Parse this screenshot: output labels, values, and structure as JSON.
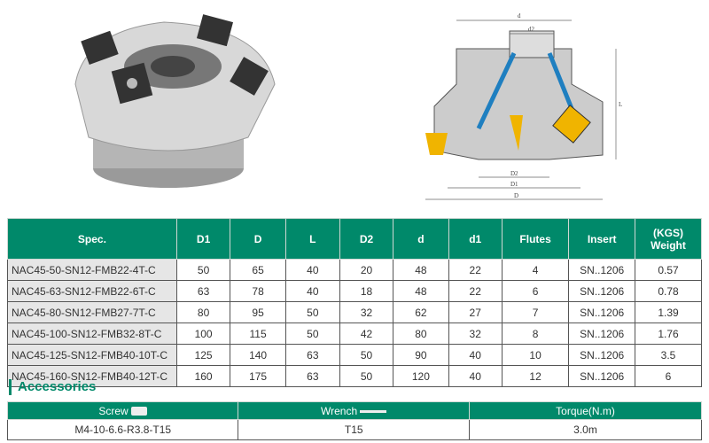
{
  "table": {
    "headers": [
      "Spec.",
      "D1",
      "D",
      "L",
      "D2",
      "d",
      "d1",
      "Flutes",
      "Insert",
      "(KGS) Weight"
    ],
    "rows": [
      [
        "NAC45-50-SN12-FMB22-4T-C",
        "50",
        "65",
        "40",
        "20",
        "48",
        "22",
        "4",
        "SN..1206",
        "0.57"
      ],
      [
        "NAC45-63-SN12-FMB22-6T-C",
        "63",
        "78",
        "40",
        "18",
        "48",
        "22",
        "6",
        "SN..1206",
        "0.78"
      ],
      [
        "NAC45-80-SN12-FMB27-7T-C",
        "80",
        "95",
        "50",
        "32",
        "62",
        "27",
        "7",
        "SN..1206",
        "1.39"
      ],
      [
        "NAC45-100-SN12-FMB32-8T-C",
        "100",
        "115",
        "50",
        "42",
        "80",
        "32",
        "8",
        "SN..1206",
        "1.76"
      ],
      [
        "NAC45-125-SN12-FMB40-10T-C",
        "125",
        "140",
        "63",
        "50",
        "90",
        "40",
        "10",
        "SN..1206",
        "3.5"
      ],
      [
        "NAC45-160-SN12-FMB40-12T-C",
        "160",
        "175",
        "63",
        "50",
        "120",
        "40",
        "12",
        "SN..1206",
        "6"
      ]
    ]
  },
  "diagram": {
    "labels": [
      "d",
      "d2",
      "D2",
      "D1",
      "D",
      "L"
    ]
  },
  "accessories": {
    "title": "Accessories",
    "headers": [
      "Screw",
      "Wrench",
      "Torque(N.m)"
    ],
    "values": [
      "M4-10-6.6-R3.8-T15",
      "T15",
      "3.0m"
    ]
  },
  "colors": {
    "accent": "#00896a",
    "insert": "#f0b400",
    "coolant": "#1f7fc0"
  }
}
